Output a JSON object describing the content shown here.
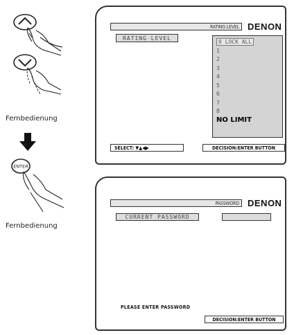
{
  "captions": {
    "remote_1": "Fernbedienung",
    "remote_2": "Fernbedienung"
  },
  "remote": {
    "enter_button_label": "ENTER"
  },
  "rating_screen": {
    "title": "RATING LEVEL",
    "brand": "DENON",
    "label": "RATING LEVEL",
    "options": [
      "0 LOCK ALL",
      "1",
      "2",
      "3",
      "4",
      "5",
      "6",
      "7",
      "8",
      "NO LIMIT"
    ],
    "selected_option": "NO LIMIT",
    "select_hint": "SELECT: ▼▲◀▶",
    "decision_hint": "DECISION:ENTER BUTTON"
  },
  "password_screen": {
    "title": "PASSWORD",
    "brand": "DENON",
    "label": "CURRENT PASSWORD",
    "password_value": "",
    "prompt": "PLEASE ENTER PASSWORD",
    "decision_hint": "DECISION:ENTER BUTTON"
  }
}
